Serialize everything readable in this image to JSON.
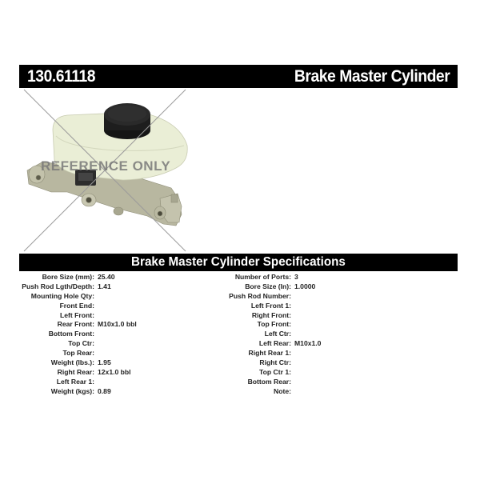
{
  "header": {
    "part_number": "130.61118",
    "product_title": "Brake Master Cylinder"
  },
  "image": {
    "watermark": "REFERENCE ONLY",
    "subject": "brake-master-cylinder-photo"
  },
  "specifications": {
    "title": "Brake Master Cylinder Specifications",
    "left": [
      {
        "label": "Bore Size (mm):",
        "value": "25.40"
      },
      {
        "label": "Push Rod Lgth/Depth:",
        "value": "1.41"
      },
      {
        "label": "Mounting Hole Qty:",
        "value": ""
      },
      {
        "label": "Front End:",
        "value": ""
      },
      {
        "label": "Left Front:",
        "value": ""
      },
      {
        "label": "Rear Front:",
        "value": "M10x1.0 bbl"
      },
      {
        "label": "Bottom Front:",
        "value": ""
      },
      {
        "label": "Top Ctr:",
        "value": ""
      },
      {
        "label": "Top Rear:",
        "value": ""
      },
      {
        "label": "Weight (lbs.):",
        "value": "1.95"
      },
      {
        "label": "Right Rear:",
        "value": "12x1.0 bbl"
      },
      {
        "label": "Left Rear 1:",
        "value": ""
      },
      {
        "label": "Weight (kgs):",
        "value": "0.89"
      }
    ],
    "right": [
      {
        "label": "Number of Ports:",
        "value": "3"
      },
      {
        "label": "Bore Size (In):",
        "value": "1.0000"
      },
      {
        "label": "Push Rod Number:",
        "value": ""
      },
      {
        "label": "Left Front 1:",
        "value": ""
      },
      {
        "label": "Right Front:",
        "value": ""
      },
      {
        "label": "Top Front:",
        "value": ""
      },
      {
        "label": "Left Ctr:",
        "value": ""
      },
      {
        "label": "Left Rear:",
        "value": "M10x1.0"
      },
      {
        "label": "Right Rear 1:",
        "value": ""
      },
      {
        "label": "Right Ctr:",
        "value": ""
      },
      {
        "label": "Top Ctr 1:",
        "value": ""
      },
      {
        "label": "Bottom Rear:",
        "value": ""
      },
      {
        "label": "Note:",
        "value": ""
      }
    ]
  },
  "colors": {
    "bar_background": "#000000",
    "bar_text": "#ffffff",
    "reservoir": "#ecefd8",
    "body_metal": "#b9b8a0",
    "cap": "#1c1c1c"
  }
}
